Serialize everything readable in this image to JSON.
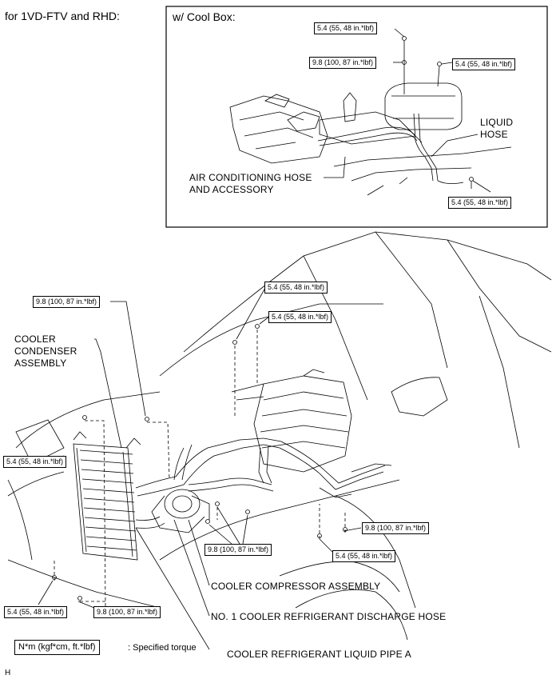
{
  "header": {
    "variant_label": "for 1VD-FTV and RHD:",
    "inset_title": "w/ Cool Box:"
  },
  "inset": {
    "torques": [
      "5.4 (55, 48 in.*lbf)",
      "9.8 (100, 87 in.*lbf)",
      "5.4 (55, 48 in.*lbf)",
      "5.4 (55, 48 in.*lbf)"
    ],
    "parts": {
      "liquid_hose_line1": "LIQUID",
      "liquid_hose_line2": "HOSE",
      "ac_hose_line1": "AIR CONDITIONING HOSE",
      "ac_hose_line2": "AND ACCESSORY"
    }
  },
  "main": {
    "torques": [
      "9.8 (100, 87 in.*lbf)",
      "5.4 (55, 48 in.*lbf)",
      "5.4 (55, 48 in.*lbf)",
      "5.4 (55, 48 in.*lbf)",
      "9.8 (100, 87 in.*lbf)",
      "9.8 (100, 87 in.*lbf)",
      "5.4 (55, 48 in.*lbf)",
      "5.4 (55, 48 in.*lbf)",
      "9.8 (100, 87 in.*lbf)"
    ],
    "parts": {
      "condenser_line1": "COOLER",
      "condenser_line2": "CONDENSER",
      "condenser_line3": "ASSEMBLY",
      "compressor": "COOLER COMPRESSOR ASSEMBLY",
      "discharge_hose": "NO. 1 COOLER REFRIGERANT DISCHARGE HOSE",
      "liquid_pipe": "COOLER REFRIGERANT LIQUID PIPE A"
    }
  },
  "legend": {
    "unit": "N*m (kgf*cm, ft.*lbf)",
    "desc": ": Specified torque"
  },
  "footer_code": "H"
}
